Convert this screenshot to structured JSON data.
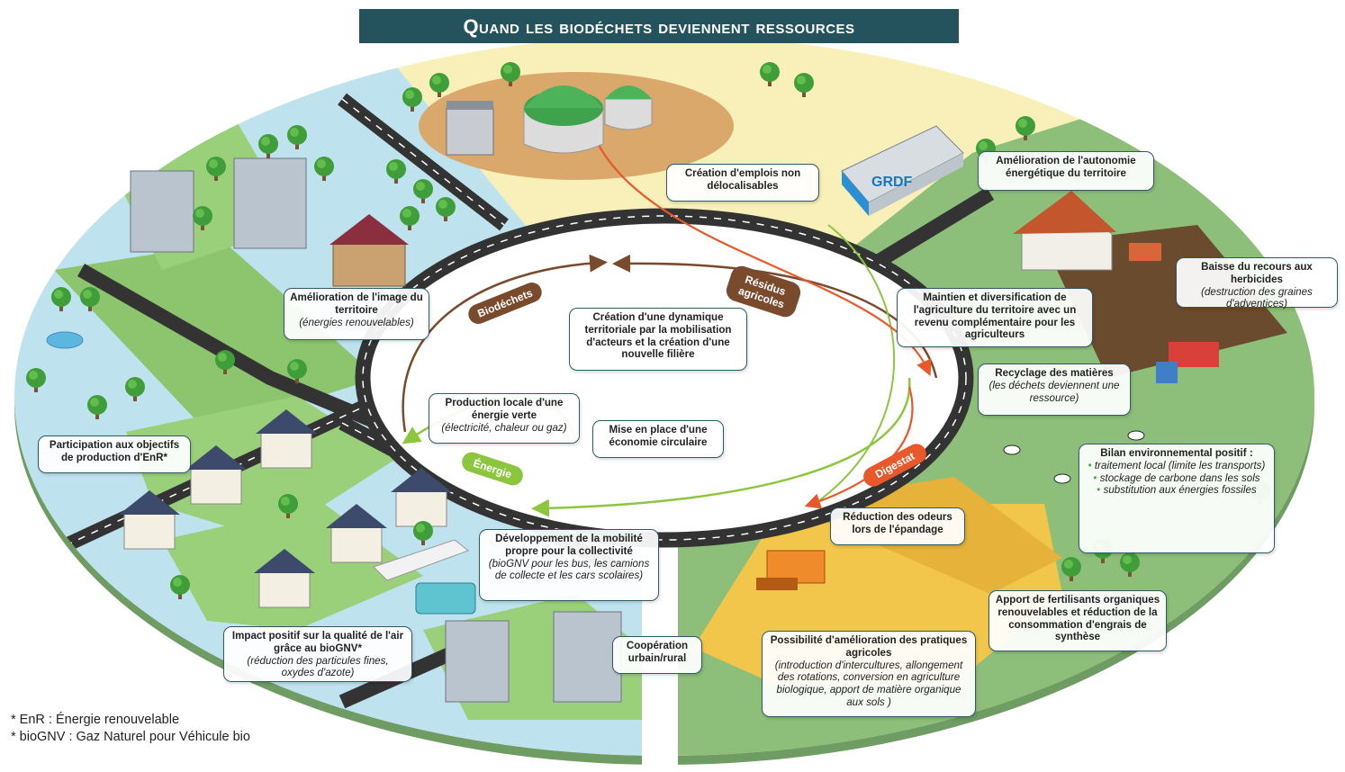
{
  "title": "Quand les biodéchets deviennent ressources",
  "flow_labels": {
    "biodechets": "Biodéchets",
    "residus": [
      "Résidus",
      "agricoles"
    ],
    "energie": "Énergie",
    "digestat": "Digestat"
  },
  "boxes": {
    "emplois": {
      "title": "Création d'emplois non délocalisables"
    },
    "autonomie": {
      "title": "Amélioration de l'autonomie énergétique du territoire"
    },
    "image": {
      "title": "Amélioration de l'image du territoire",
      "sub": "(énergies renouvelables)"
    },
    "dynamique": {
      "title": "Création d'une dynamique territoriale par la mobilisation d'acteurs et la création d'une nouvelle filière"
    },
    "maintien": {
      "title": "Maintien et diversification de l'agriculture du territoire avec un revenu complémentaire pour les agriculteurs"
    },
    "herbicides": {
      "title": "Baisse du recours aux herbicides",
      "sub": "(destruction des graines d'adventices)"
    },
    "recyclage": {
      "title": "Recyclage des matières",
      "sub": "(les déchets deviennent une ressource)"
    },
    "production": {
      "title": "Production locale d'une énergie verte",
      "sub": "(électricité, chaleur ou gaz)"
    },
    "economie": {
      "title": "Mise en place d'une économie circulaire"
    },
    "enr": {
      "title": "Participation aux objectifs de production d'EnR*"
    },
    "bilan": {
      "title": "Bilan environnemental positif :",
      "items": [
        "traitement local (limite les transports)",
        "stockage de carbone dans les sols",
        "substitution aux énergies fossiles"
      ]
    },
    "odeurs": {
      "title": "Réduction des odeurs lors de l'épandage"
    },
    "mobilite": {
      "title": "Développement de la mobilité propre pour la collectivité",
      "sub": "(bioGNV pour les bus, les camions de collecte et les cars scolaires)"
    },
    "fertilisants": {
      "title": "Apport de fertilisants organiques renouvelables et réduction de la consommation d'engrais de synthèse"
    },
    "air": {
      "title": "Impact positif sur la qualité de l'air grâce au bioGNV*",
      "sub": "(réduction des particules fines, oxydes d'azote)"
    },
    "cooperation": {
      "title": "Coopération urbain/rural"
    },
    "pratiques": {
      "title": "Possibilité d'amélioration des pratiques agricoles",
      "sub": "(introduction d'intercultures, allongement des rotations, conversion en agriculture biologique, apport de matière organique aux sols )"
    }
  },
  "footnotes": [
    "* EnR : Énergie renouvelable",
    "* bioGNV : Gaz Naturel pour Véhicule bio"
  ],
  "logo": "GRDF",
  "colors": {
    "title_bg": "#24535d",
    "urban_blue": "#bfe2ef",
    "industrial_yellow": "#f8f0b8",
    "rural_green": "#8dbf7a",
    "biodechets_brown": "#7a4a2c",
    "energie_green": "#8cc63f",
    "digestat_orange": "#e8582a",
    "road": "#333333",
    "box_border": "#2e5b63"
  }
}
